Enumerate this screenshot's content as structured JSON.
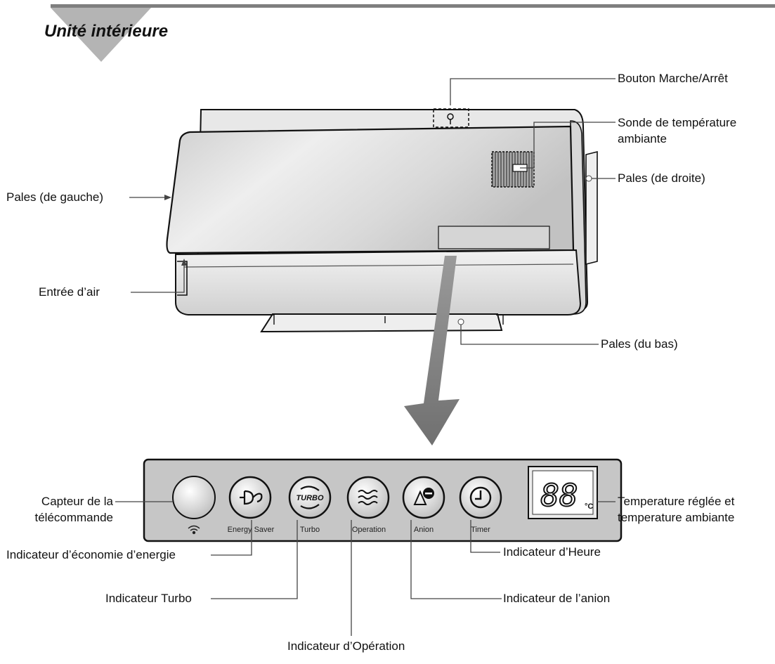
{
  "title": "Unité intérieure",
  "labels": {
    "power_button": "Bouton Marche/Arrêt",
    "room_sensor_1": "Sonde de température",
    "room_sensor_2": "ambiante",
    "right_blades": "Pales (de droite)",
    "left_blades": "Pales (de gauche)",
    "air_inlet": "Entrée d’air",
    "bottom_blades": "Pales (du bas)",
    "remote_sensor_1": "Capteur de la",
    "remote_sensor_2": "télécommande",
    "temp_display_1": "Temperature réglée et",
    "temp_display_2": "temperature ambiante",
    "energy_indicator": "Indicateur d’économie d’energie",
    "turbo_indicator": "Indicateur Turbo",
    "operation_indicator": "Indicateur d’Opération",
    "timer_indicator": "Indicateur d’Heure",
    "anion_indicator": "Indicateur de l’anion"
  },
  "panel": {
    "buttons": {
      "energy": "Energy Saver",
      "turbo": "Turbo",
      "operation": "Operation",
      "anion": "Anion",
      "timer": "Timer"
    },
    "turbo_glyph": "TURBO",
    "display_digits": "88",
    "display_unit": "°C"
  },
  "colors": {
    "header_bar": "#7f7f7f",
    "header_triangle": "#b4b4b4",
    "panel_bg": "#c6c6c6",
    "arrow": "#7a7a7a"
  }
}
